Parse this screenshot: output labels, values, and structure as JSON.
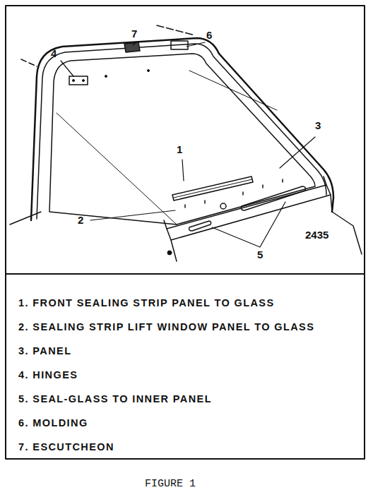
{
  "diagram": {
    "caption": "FIGURE 1",
    "labels": [
      "7",
      "6",
      "4",
      "3",
      "1",
      "2",
      "2435",
      "5",
      "1. FRONT SEALING STRIP PANEL TO GLASS",
      "2. SEALING STRIP LIFT WINDOW PANEL TO GLASS",
      "3. PANEL",
      "4. HINGES",
      "5. SEAL-GLASS TO INNER PANEL",
      "6. MOLDING",
      "7. ESCUTCHEON"
    ]
  }
}
